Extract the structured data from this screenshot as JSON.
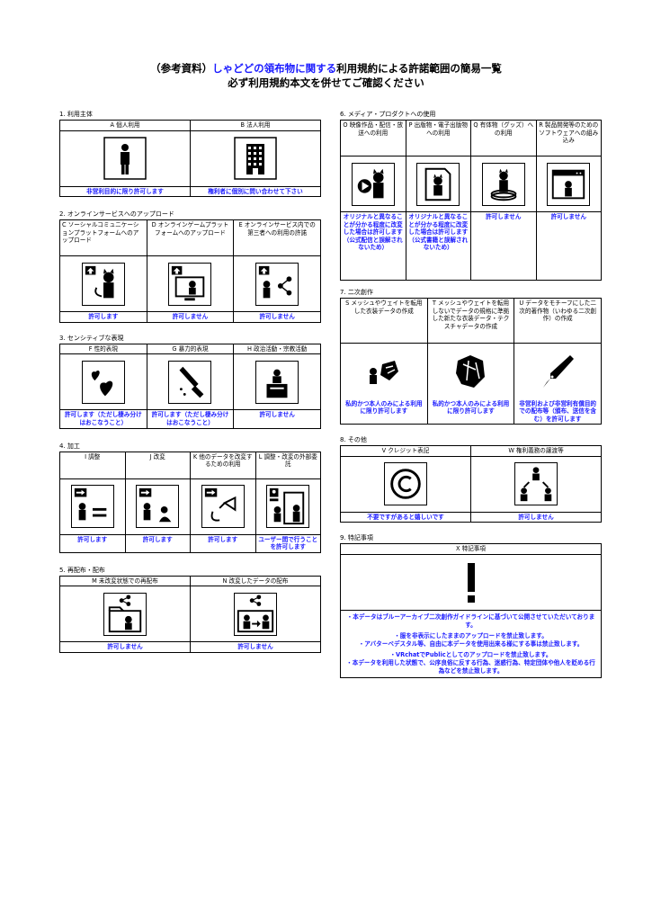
{
  "title": {
    "part1": "（参考資料）",
    "part2": "しゃどどの領布物に関する",
    "part3": "利用規約による許諾範囲の簡易一覧",
    "line2": "必ず利用規約本文を併せてご確認ください"
  },
  "s1": {
    "label": "1. 利用主体",
    "headers": [
      "A 個人利用",
      "B 法人利用"
    ],
    "results": [
      "非営利目的に限り許可します",
      "権利者に個別に問い合わせて下さい"
    ]
  },
  "s2": {
    "label": "2. オンラインサービスへのアップロード",
    "headers": [
      "C ソーシャルコミュニケーションプラットフォームへのアップロード",
      "D オンラインゲームプラットフォームへのアップロード",
      "E オンラインサービス内での第三者への利用の許諾"
    ],
    "results": [
      "許可します",
      "許可しません",
      "許可しません"
    ]
  },
  "s3": {
    "label": "3. センシティブな表現",
    "headers": [
      "F 性的表現",
      "G 暴力的表現",
      "H 政治活動・宗教活動"
    ],
    "results": [
      "許可します（ただし棲み分けはおこなうこと）",
      "許可します（ただし棲み分けはおこなうこと）",
      "許可しません"
    ]
  },
  "s4": {
    "label": "4. 加工",
    "headers": [
      "I 調整",
      "J 改変",
      "K 他のデータを改変するための利用",
      "L 調整・改変の外部委託"
    ],
    "results": [
      "許可します",
      "許可します",
      "許可します",
      "ユーザー間で行うことを許可します"
    ]
  },
  "s5": {
    "label": "5. 再配布・配布",
    "headers": [
      "M 未改変状態での再配布",
      "N 改変したデータの配布"
    ],
    "results": [
      "許可しません",
      "許可しません"
    ]
  },
  "s6": {
    "label": "6. メディア・プロダクトへの使用",
    "headers": [
      "O 映像作品・配信・放送への利用",
      "P 出版物・電子出版物への利用",
      "Q 有体物（グッズ）への利用",
      "R 製品開発等のためのソフトウェアへの組み込み"
    ],
    "results": [
      "オリジナルと異なることが分かる程度に改変した場合は許可します（公式配信と誤解されないため）",
      "オリジナルと異なることが分かる程度に改変した場合は許可します（公式書籍と誤解されないため）",
      "許可しません",
      "許可しません"
    ]
  },
  "s7": {
    "label": "7. 二次創作",
    "headers": [
      "S メッシュやウェイトを転用した衣装データの作成",
      "T メッシュやウェイトを転用しないでデータの規格に準拠した新たな衣装データ・テクスチャデータの作成",
      "U データをモチーフにした二次的著作物（いわゆる二次創作）の作成"
    ],
    "results": [
      "私的かつ本人のみによる利用に限り許可します",
      "私的かつ本人のみによる利用に限り許可します",
      "非営利および非営利有償目的での配布等（頒布、送信を含む）を許可します"
    ]
  },
  "s8": {
    "label": "8. その他",
    "headers": [
      "V クレジット表記",
      "W 権利義務の譲渡等"
    ],
    "results": [
      "不要ですがあると嬉しいです",
      "許可しません"
    ]
  },
  "s9": {
    "label": "9. 特記事項",
    "header": "X 特記事項",
    "notes": [
      "・本データはブルーアーカイブ二次創作ガイドラインに基づいて公開させていただいております。",
      "・服を非表示にしたままのアップロードを禁止致します。",
      "・アバターベデスタル等、自由に本データを使用出来る様にする事は禁止致します。",
      "・VRchatでPublicとしてのアップロードを禁止致します。\n・本データを利用した状態で、公序良俗に反する行為、迷惑行為、特定団体や他人を貶める行為などを禁止致します。"
    ]
  },
  "icons": {
    "person": "person-icon",
    "building": "building-icon",
    "cat": "cat-avatar-icon",
    "upload": "upload-arrow-icon",
    "share": "share-icon",
    "heart": "hearts-icon",
    "knife": "knife-icon",
    "podium": "podium-icon",
    "arrow": "arrow-icon",
    "equals": "equals-icon",
    "ribbon": "ribbon-icon",
    "play": "play-icon",
    "pen": "pen-nib-icon",
    "copyright": "copyright-icon",
    "exclamation": "exclamation-icon"
  },
  "colors": {
    "accent": "#1a1aff",
    "text": "#000000"
  }
}
